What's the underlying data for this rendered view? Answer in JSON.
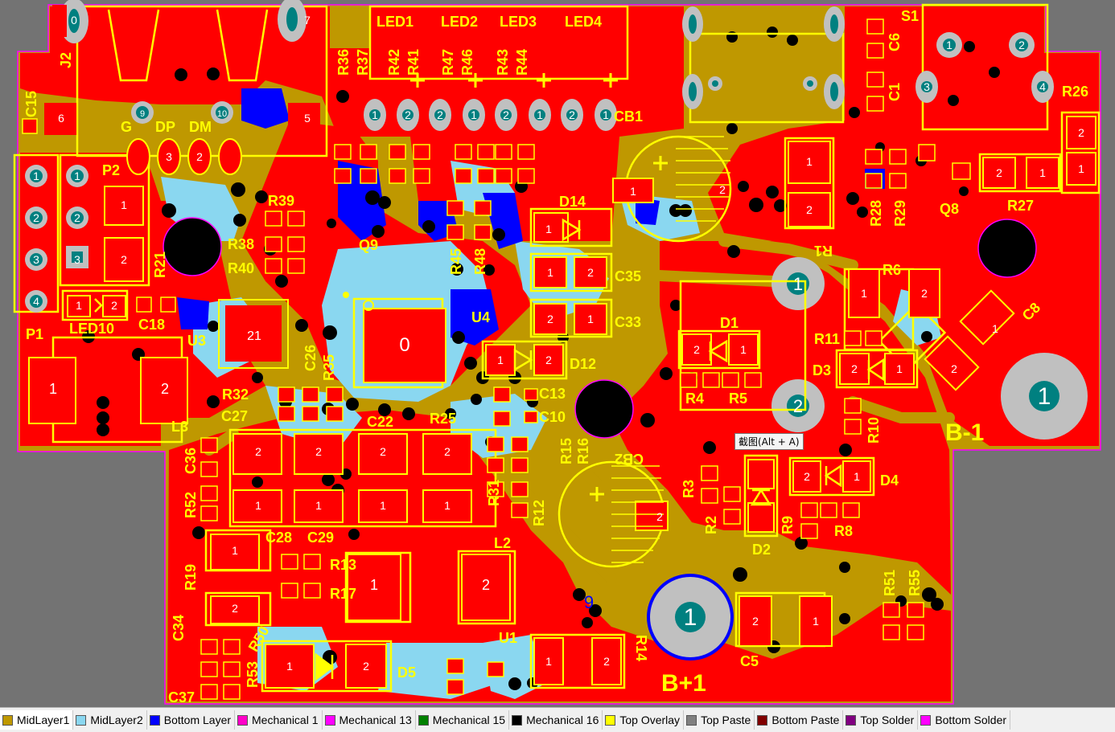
{
  "colors": {
    "background": "#737373",
    "top_copper": "#ff0000",
    "bottom_copper": "#bf9800",
    "midlayer2": "#8ad7f0",
    "bottom_layer": "#0000ff",
    "silkscreen": "#ffff00",
    "pad_hole": "#008080",
    "via": "#000000"
  },
  "tooltip": "截图(Alt + A)",
  "designators": {
    "j2": "J2",
    "c15": "C15",
    "p2": "P2",
    "p1": "P1",
    "led10": "LED10",
    "c18": "C18",
    "u3": "U3",
    "r21": "R21",
    "r39": "R39",
    "r38": "R38",
    "r40": "R40",
    "q9": "Q9",
    "r36": "R36",
    "r37": "R37",
    "r42": "R42",
    "r41": "R41",
    "r47": "R47",
    "r46": "R46",
    "r43": "R43",
    "r44": "R44",
    "led1": "LED1",
    "led2": "LED2",
    "led3": "LED3",
    "led4": "LED4",
    "cb1": "CB1",
    "d14": "D14",
    "r45": "R45",
    "r48": "R48",
    "c35": "C35",
    "c33": "C33",
    "u4": "U4",
    "d12": "D12",
    "c26": "C26",
    "r35": "R35",
    "r32": "R32",
    "c27": "C27",
    "c22": "C22",
    "r25": "R25",
    "c13": "C13",
    "c10": "C10",
    "r15": "R15",
    "r16": "R16",
    "cb2": "CB2",
    "l3": "L3",
    "c36": "C36",
    "r52": "R52",
    "r31": "R31",
    "r12": "R12",
    "c28": "C28",
    "c29": "C29",
    "l2": "L2",
    "r13": "R13",
    "r17": "R17",
    "r19": "R19",
    "c34": "C34",
    "r50": "R50",
    "r53": "R53",
    "c37": "C37",
    "d5": "D5",
    "u1": "U1",
    "r14": "R14",
    "b_plus": "B+1",
    "c5": "C5",
    "r51": "R51",
    "r55": "R55",
    "d4": "D4",
    "r8": "R8",
    "r9": "R9",
    "d2": "D2",
    "r2": "R2",
    "r3": "R3",
    "r10": "R10",
    "d3": "D3",
    "r11": "R11",
    "b_minus": "B-1",
    "c8": "C8",
    "r6": "R6",
    "r1": "R1",
    "d1": "D1",
    "r4": "R4",
    "r5": "R5",
    "s1": "S1",
    "c6": "C6",
    "c1": "C1",
    "r26": "R26",
    "r28": "R28",
    "r29": "R29",
    "q8": "Q8",
    "r27": "R27",
    "usb_g": "G",
    "usb_dp": "DP",
    "usb_dm": "DM",
    "ic_u4_center": "0",
    "ic_u3_center": "21"
  },
  "pad_numbers": {
    "one": "1",
    "two": "2",
    "three": "3",
    "four": "4",
    "five": "5",
    "six": "6",
    "seven": "7",
    "nine": "9",
    "ten": "10",
    "zero": "0"
  },
  "layers": [
    {
      "name": "MidLayer1",
      "color": "#bf9800"
    },
    {
      "name": "MidLayer2",
      "color": "#8ad7f0"
    },
    {
      "name": "Bottom Layer",
      "color": "#0000ff"
    },
    {
      "name": "Mechanical 1",
      "color": "#ff00c8"
    },
    {
      "name": "Mechanical 13",
      "color": "#ff00ff"
    },
    {
      "name": "Mechanical 15",
      "color": "#008000"
    },
    {
      "name": "Mechanical 16",
      "color": "#000000"
    },
    {
      "name": "Top Overlay",
      "color": "#ffff00"
    },
    {
      "name": "Top Paste",
      "color": "#808080"
    },
    {
      "name": "Bottom Paste",
      "color": "#800000"
    },
    {
      "name": "Top Solder",
      "color": "#800080"
    },
    {
      "name": "Bottom Solder",
      "color": "#ff00ff"
    }
  ]
}
